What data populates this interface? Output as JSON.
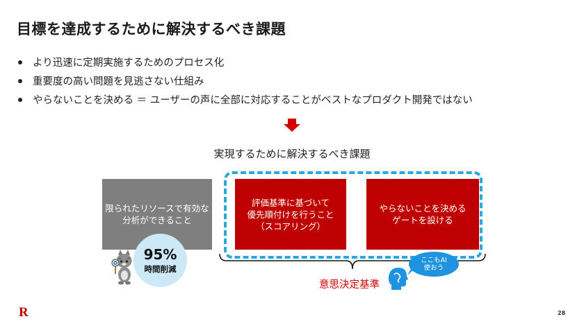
{
  "title": "目標を達成するために解決するべき課題",
  "bullets": [
    "より迅速に定期実施するためのプロセス化",
    "重要度の高い問題を見逃さない仕組み",
    "やらないことを決める ＝ ユーザーの声に全部に対応することがベストなプロダクト開発ではない"
  ],
  "subtitle": "実現するために解決するべき課題",
  "boxes": {
    "gray": "限られたリソースで有効な\n分析ができること",
    "red1": "評価基準に基づいて\n優先順付けを行うこと\n（スコアリング）",
    "red2": "やらないことを決める\nゲートを設ける"
  },
  "badge": {
    "value": "95%",
    "label": "時間削減"
  },
  "decision_label": "意思決定基準",
  "speech": {
    "line1": "ここもAI",
    "line2": "使おう"
  },
  "logo": "R",
  "page_number": "28",
  "colors": {
    "red": "#bf0000",
    "gray": "#7f7f7f",
    "dash_blue": "#29a8e0",
    "badge_blue": "#cde8f7",
    "label_red": "#d40000"
  },
  "icons": [
    "arrow-down-icon",
    "cat-illustration",
    "curly-brace",
    "head-thinking-icon",
    "speech-bubble"
  ]
}
